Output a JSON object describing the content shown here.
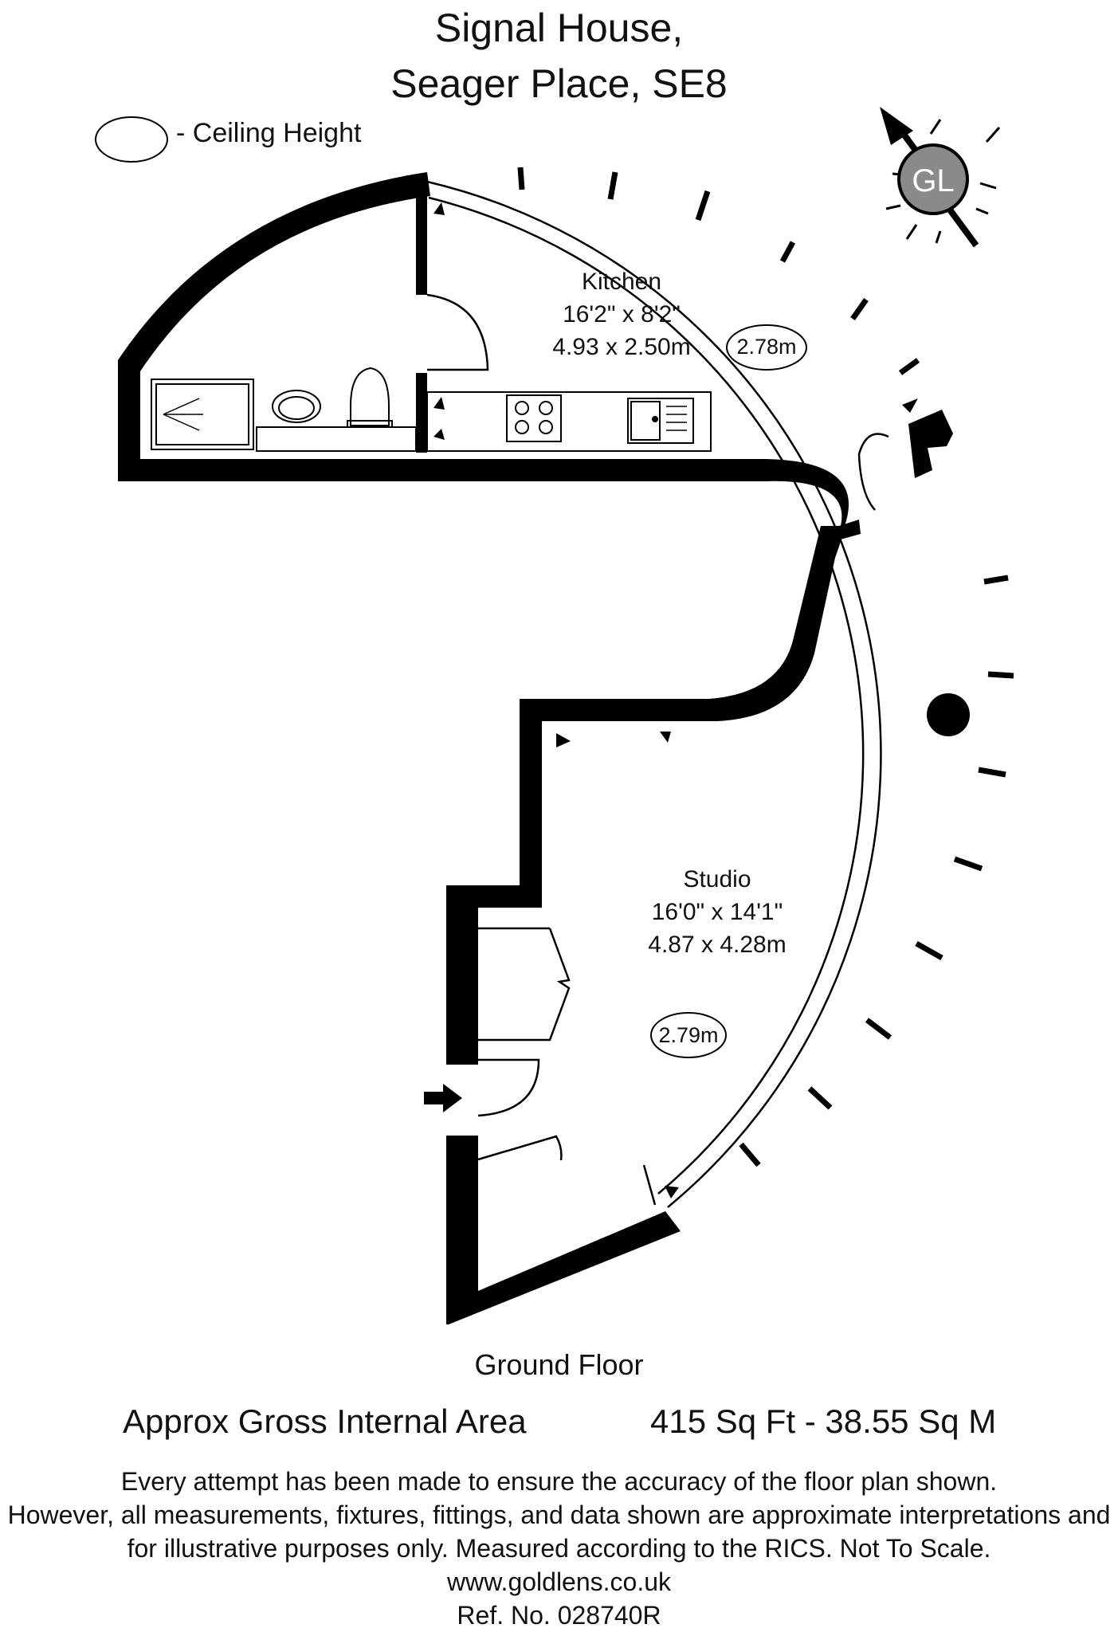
{
  "title": {
    "line1": "Signal House,",
    "line2": "Seager Place, SE8"
  },
  "legend": {
    "label": "-  Ceiling Height"
  },
  "compass": {
    "badge": "GL"
  },
  "rooms": {
    "kitchen": {
      "name": "Kitchen",
      "imperial": "16'2\" x 8'2\"",
      "metric": "4.93 x 2.50m",
      "ceiling": "2.78m"
    },
    "studio": {
      "name": "Studio",
      "imperial": "16'0\" x 14'1\"",
      "metric": "4.87 x 4.28m",
      "ceiling": "2.79m"
    }
  },
  "floor_label": "Ground Floor",
  "area": {
    "label": "Approx Gross Internal Area",
    "value": "415 Sq Ft  - 38.55 Sq M"
  },
  "disclaimer": {
    "line1": "Every attempt has been made to ensure the accuracy of the floor plan shown.",
    "line2": "However, all measurements, fixtures, fittings, and data shown are approximate interpretations and",
    "line3": "for illustrative purposes only. Measured according to the RICS. Not To Scale.",
    "website": "www.goldlens.co.uk",
    "ref": "Ref. No. 028740R"
  },
  "colors": {
    "wall": "#000000",
    "compass_disc": "#8a8a8a"
  }
}
